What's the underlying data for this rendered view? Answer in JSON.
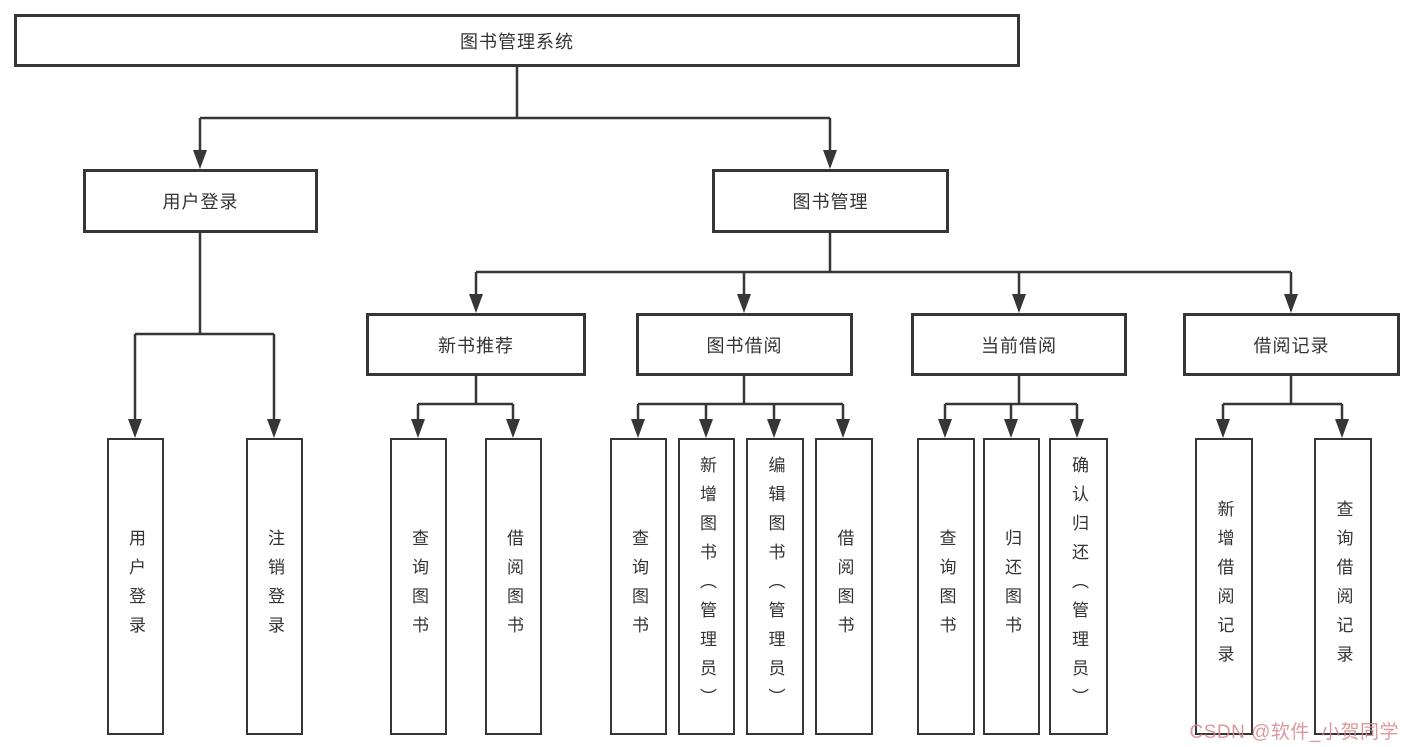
{
  "diagram": {
    "type": "functional-structure-tree",
    "colors": {
      "line": "#363636",
      "box_border": "#363636",
      "text": "#333333",
      "background": "#ffffff",
      "watermark": "#d6868e"
    },
    "tree": {
      "label": "图书管理系统",
      "children": [
        {
          "label": "用户登录",
          "children": [
            {
              "label": "用户登录"
            },
            {
              "label": "注销登录"
            }
          ]
        },
        {
          "label": "图书管理",
          "children": [
            {
              "label": "新书推荐",
              "children": [
                {
                  "label": "查询图书"
                },
                {
                  "label": "借阅图书"
                }
              ]
            },
            {
              "label": "图书借阅",
              "children": [
                {
                  "label": "查询图书"
                },
                {
                  "label": "新增图书（管理员）"
                },
                {
                  "label": "编辑图书（管理员）"
                },
                {
                  "label": "借阅图书"
                }
              ]
            },
            {
              "label": "当前借阅",
              "children": [
                {
                  "label": "查询图书"
                },
                {
                  "label": "归还图书"
                },
                {
                  "label": "确认归还（管理员）"
                }
              ]
            },
            {
              "label": "借阅记录",
              "children": [
                {
                  "label": "新增借阅记录"
                },
                {
                  "label": "查询借阅记录"
                }
              ]
            }
          ]
        }
      ]
    },
    "watermark": "CSDN @软件_小贺同学"
  }
}
